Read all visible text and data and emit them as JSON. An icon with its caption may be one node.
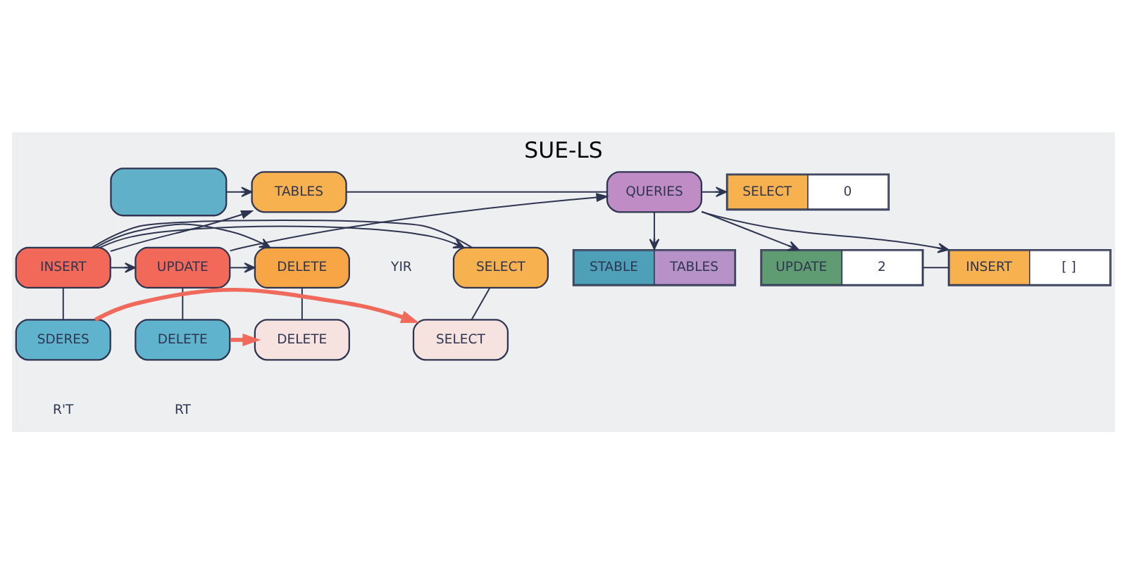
{
  "diagram": {
    "title": "SUE-LS",
    "nodes": [
      {
        "text": [],
        "shape": "box"
      },
      {
        "text": [
          "TABLES"
        ]
      },
      {
        "text": [
          "QUERIES"
        ]
      },
      {
        "text": [
          "SELECT",
          "0"
        ]
      },
      {
        "text": [
          "UPDATE",
          "2"
        ]
      },
      {
        "text": [
          "INSERT",
          "[ ]"
        ]
      },
      {
        "text": [
          "STABLE",
          "TABLES"
        ]
      },
      {
        "text": [
          "SELECT"
        ]
      },
      {
        "text": [
          "INSERT"
        ]
      },
      {
        "text": [
          "UPDATE"
        ]
      },
      {
        "text": [
          "DELETE"
        ],
        "beside": [
          "YIR"
        ]
      },
      {
        "text": [
          "SELECT"
        ]
      },
      {
        "text": [
          "SDERES"
        ]
      },
      {
        "text": [
          "DELETE"
        ]
      },
      {
        "text": [
          "DELETE"
        ]
      }
    ],
    "edges": [
      {
        "from": 0,
        "to": 1,
        "arrow": "to"
      },
      {
        "from": 1,
        "to": 2,
        "arrow": "none"
      },
      {
        "from": 2,
        "to": 3,
        "arrow": "to"
      },
      {
        "from": 2,
        "to": 4,
        "arrow": "to"
      },
      {
        "from": 2,
        "to": 5,
        "arrow": "to"
      },
      {
        "from": 2,
        "to": 6,
        "arrow": "to"
      },
      {
        "from": 4,
        "to": 5,
        "arrow": "none"
      },
      {
        "from": 8,
        "to": 1,
        "arrow": "to"
      },
      {
        "from": 9,
        "to": 2,
        "arrow": "to"
      },
      {
        "from": 8,
        "to": 7,
        "arrow": "to"
      },
      {
        "from": 8,
        "to": 10,
        "arrow": "to"
      },
      {
        "from": 7,
        "to": 8,
        "arrow": "none"
      },
      {
        "from": 8,
        "to": 9,
        "arrow": "to"
      },
      {
        "from": 9,
        "to": 10,
        "arrow": "to"
      },
      {
        "from": 7,
        "to": 11,
        "arrow": "none"
      },
      {
        "from": 8,
        "to": 12,
        "arrow": "none"
      },
      {
        "from": 9,
        "to": 13,
        "arrow": "none"
      },
      {
        "from": 10,
        "to": 14,
        "arrow": "none"
      },
      {
        "from": 12,
        "to": 11,
        "arrow": "to",
        "style": "thick",
        "color": "#ef6a5a"
      },
      {
        "from": 13,
        "to": 14,
        "arrow": "to",
        "style": "thick",
        "color": "#ef6a5a"
      }
    ],
    "labels": [
      "R'T",
      "RT"
    ]
  }
}
